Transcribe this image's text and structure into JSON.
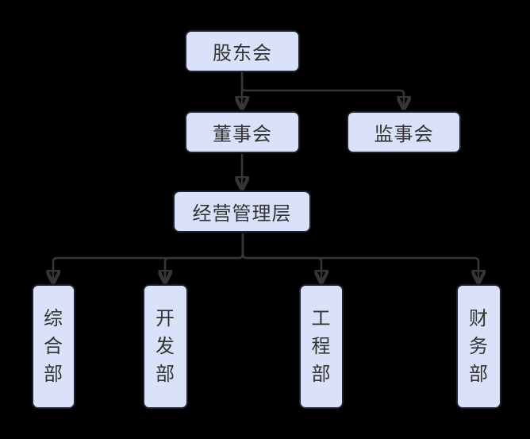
{
  "diagram": {
    "type": "org-chart",
    "colors": {
      "background": "#000000",
      "node_fill": "#d9e2f8",
      "node_border": "#1f222c",
      "edge": "#363636",
      "text": "#333333"
    },
    "nodes": {
      "shareholders": {
        "label": "股东会"
      },
      "board": {
        "label": "董事会"
      },
      "supervisory": {
        "label": "监事会"
      },
      "management": {
        "label": "经营管理层"
      },
      "general": {
        "label": "综合部",
        "chars": [
          "综",
          "合",
          "部"
        ]
      },
      "development": {
        "label": "开发部",
        "chars": [
          "开",
          "发",
          "部"
        ]
      },
      "engineering": {
        "label": "工程部",
        "chars": [
          "工",
          "程",
          "部"
        ]
      },
      "finance": {
        "label": "财务部",
        "chars": [
          "财",
          "务",
          "部"
        ]
      }
    },
    "edges": [
      {
        "from": "股东会",
        "to": "董事会"
      },
      {
        "from": "股东会",
        "to": "监事会"
      },
      {
        "from": "董事会",
        "to": "经营管理层"
      },
      {
        "from": "经营管理层",
        "to": "综合部"
      },
      {
        "from": "经营管理层",
        "to": "开发部"
      },
      {
        "from": "经营管理层",
        "to": "工程部"
      },
      {
        "from": "经营管理层",
        "to": "财务部"
      }
    ]
  }
}
